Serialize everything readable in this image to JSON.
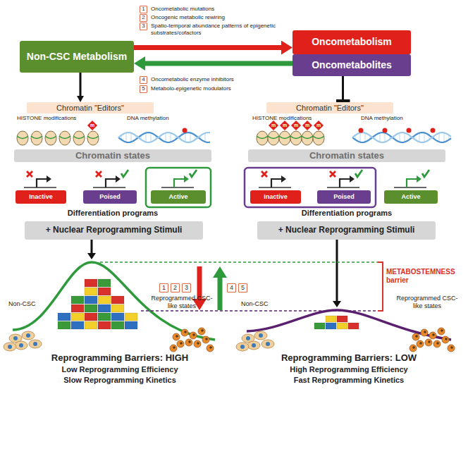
{
  "diagram": {
    "nodes": [
      {
        "text": [
          "Non-CSC Metabolism"
        ]
      },
      {
        "text": [
          "Oncometabolism"
        ]
      },
      {
        "text": [
          "Oncometabolites"
        ]
      },
      {
        "text": [
          "1",
          "Oncometabolic mutations"
        ]
      },
      {
        "text": [
          "2",
          "Oncogenic metabolic rewiring"
        ]
      },
      {
        "text": [
          "3",
          "Spatio-temporal abundance patterns of epigenetic substrates/cofactors"
        ]
      },
      {
        "text": [
          "4",
          "Oncometabolic enzyme inhibitors"
        ]
      },
      {
        "text": [
          "5",
          "Metabolo-epigenetic modulators"
        ]
      },
      {
        "text": [
          "Chromatin \"Editors\""
        ]
      },
      {
        "text": [
          "Chromatin states"
        ]
      },
      {
        "text": [
          "Inactive"
        ]
      },
      {
        "text": [
          "Poised"
        ]
      },
      {
        "text": [
          "Active"
        ]
      },
      {
        "text": [
          "+ Nuclear Reprogramming Stimuli"
        ]
      },
      {
        "text": [
          "Chromatin \"Editors\""
        ]
      },
      {
        "text": [
          "Chromatin states"
        ]
      },
      {
        "text": [
          "Inactive"
        ]
      },
      {
        "text": [
          "Poised"
        ]
      },
      {
        "text": [
          "Active"
        ]
      },
      {
        "text": [
          "+ Nuclear Reprogramming Stimuli"
        ]
      },
      {
        "text": [
          "1"
        ]
      },
      {
        "text": [
          "2"
        ]
      },
      {
        "text": [
          "3"
        ]
      },
      {
        "text": [
          "4"
        ]
      },
      {
        "text": [
          "5"
        ]
      }
    ],
    "edges": [
      {
        "from": 0,
        "to": 1,
        "arrow": "to"
      },
      {
        "from": 2,
        "to": 0,
        "arrow": "to"
      },
      {
        "from": 0,
        "to": 8,
        "arrow": "to"
      },
      {
        "from": 2,
        "to": 14,
        "arrow": "to"
      }
    ],
    "labels": [
      "HISTONE modifications",
      "DNA methylation",
      "m",
      "Differentiation programs",
      "Non-CSC",
      "Reprogrammed CSC-like states",
      "Reprogramming Barriers: HIGH",
      "Low Reprogramming Efficiency",
      "Slow Reprogramming Kinetics",
      "HISTONE modifications",
      "DNA methylation",
      "m",
      "m",
      "m",
      "m",
      "m",
      "Differentiation programs",
      "METABOSTEMNESS barrier",
      "Non-CSC",
      "Reprogrammed CSC-like states",
      "Reprogramming Barriers: LOW",
      "High Reprogramming Efficiency",
      "Fast Reprogramming Kinetics"
    ]
  }
}
